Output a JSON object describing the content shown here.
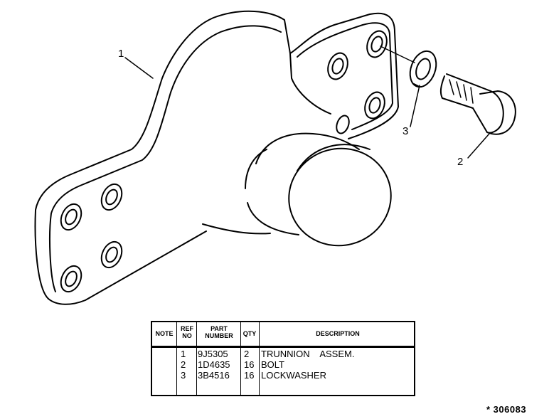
{
  "callouts": {
    "c1": "1",
    "c2": "2",
    "c3": "3"
  },
  "table": {
    "headers": {
      "note": "NOTE",
      "ref_no": "REF NO",
      "part_number": "PART NUMBER",
      "qty": "QTY",
      "description": "DESCRIPTION"
    },
    "rows": [
      {
        "ref": "1",
        "part": "9J5305",
        "qty": "2",
        "desc": "TRUNNION    ASSEM."
      },
      {
        "ref": "2",
        "part": "1D4635",
        "qty": "16",
        "desc": "BOLT"
      },
      {
        "ref": "3",
        "part": "3B4516",
        "qty": "16",
        "desc": "LOCKWASHER"
      }
    ]
  },
  "figure_number": "* 306083"
}
